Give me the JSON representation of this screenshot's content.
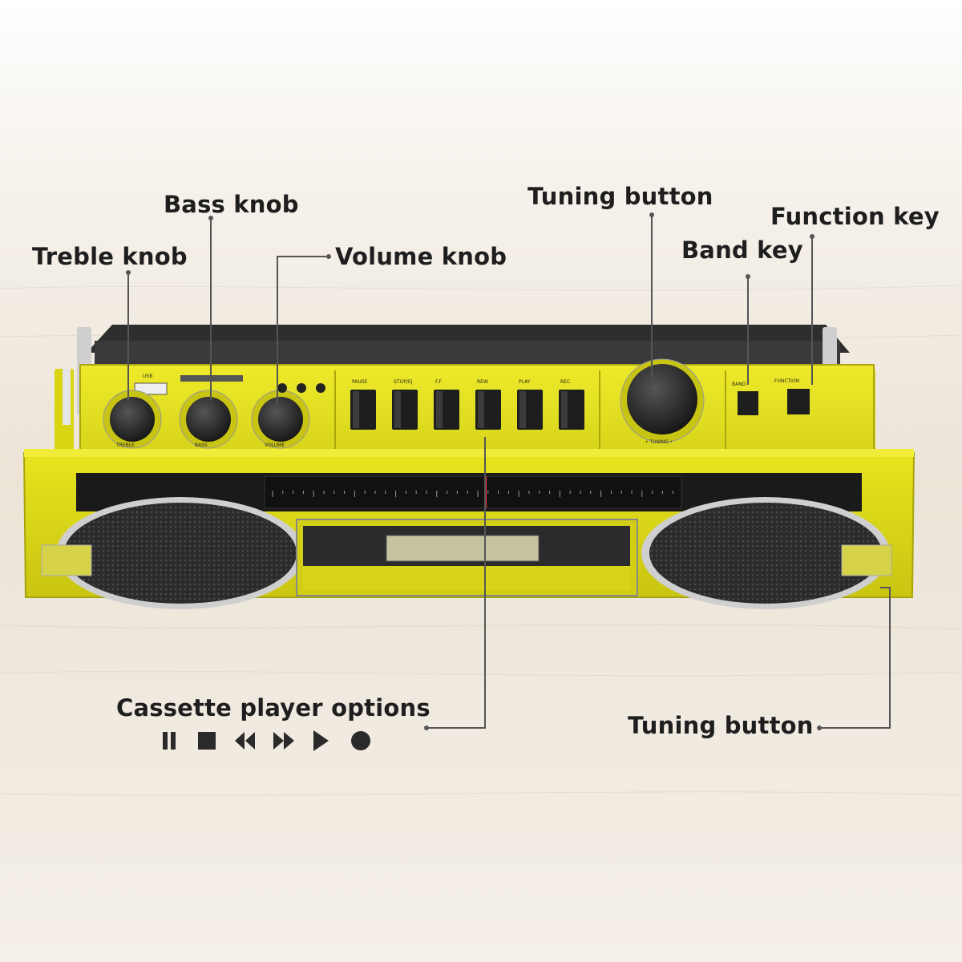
{
  "callouts": {
    "treble": "Treble knob",
    "bass": "Bass knob",
    "volume": "Volume knob",
    "tuning_top": "Tuning button",
    "band": "Band key",
    "function": "Function key",
    "cassette": "Cassette player options",
    "tuning_bottom": "Tuning button"
  },
  "cassette_symbols": [
    "pause-icon",
    "stop-icon",
    "rewind-icon",
    "fast-forward-icon",
    "play-icon",
    "record-icon"
  ],
  "panel": {
    "usb": "USB",
    "treble_label": "TREBLE",
    "bass_label": "BASS",
    "volume_label": "VOLUME",
    "tuning_label": "• TUNING •",
    "band_label": "BAND",
    "function_label": "FUNCTION",
    "key_labels": [
      "PAUSE",
      "STOP/EJ",
      "F.F",
      "REW",
      "PLAY",
      "REC"
    ]
  },
  "colors": {
    "body": "#e7e41c",
    "body_dark": "#b9b60f",
    "leader": "#555555",
    "text": "#1e1e1e"
  }
}
